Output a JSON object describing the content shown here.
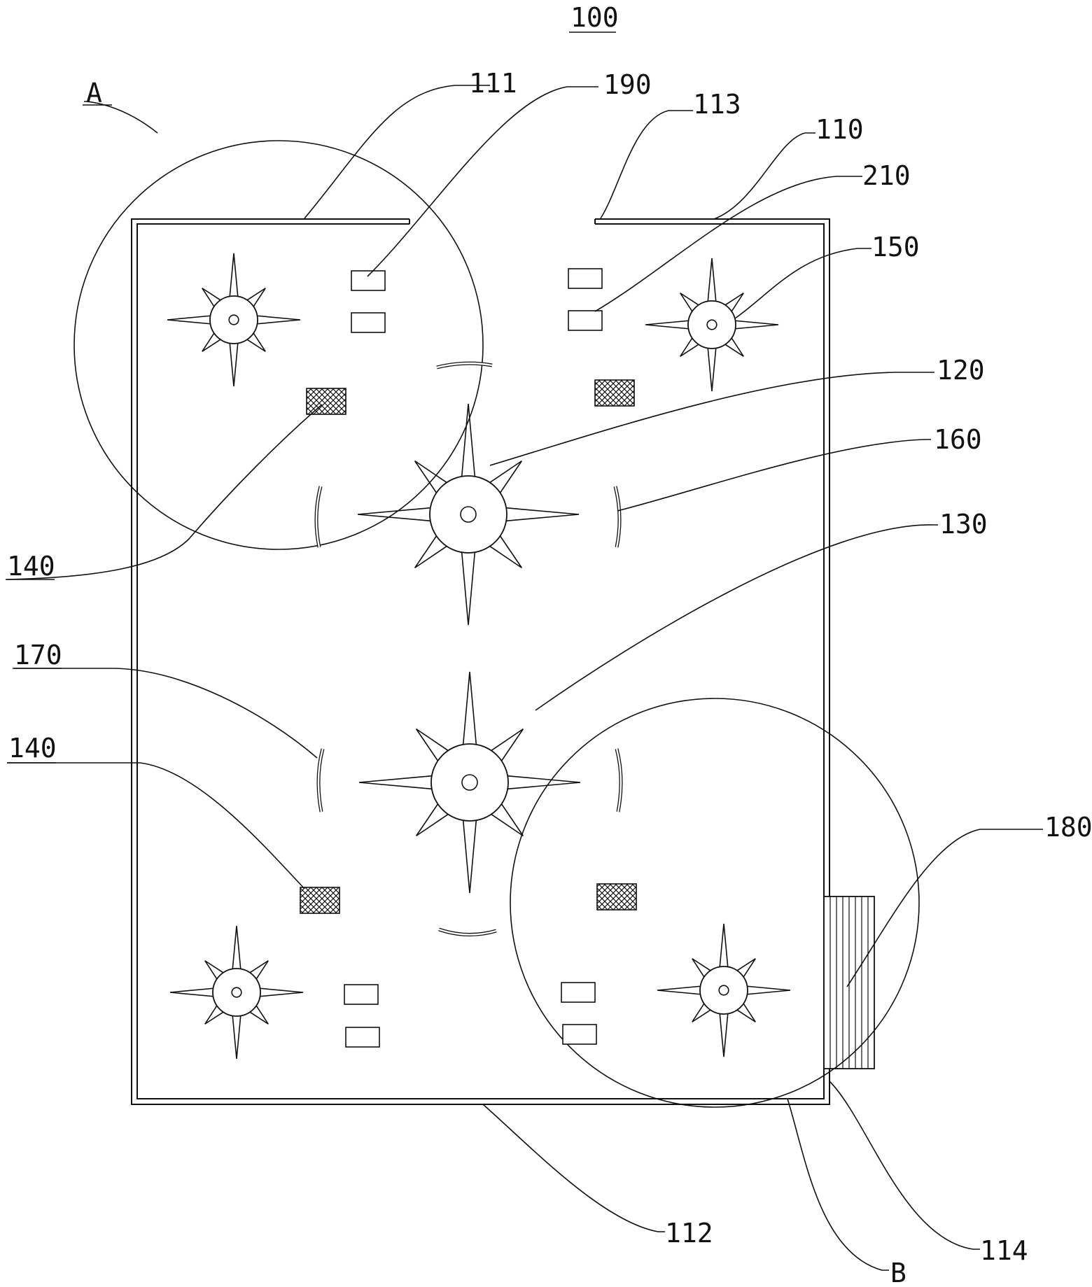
{
  "figure": {
    "number": "100",
    "circle_labels": {
      "a": "A",
      "b": "B"
    }
  },
  "labels": {
    "l110": "110",
    "l111": "111",
    "l112": "112",
    "l113": "113",
    "l114": "114",
    "l120": "120",
    "l130": "130",
    "l140_top": "140",
    "l140_bottom": "140",
    "l150": "150",
    "l160": "160",
    "l170": "170",
    "l180": "180",
    "l190": "190",
    "l210": "210"
  },
  "colors": {
    "line": "#111111",
    "background": "#ffffff"
  }
}
